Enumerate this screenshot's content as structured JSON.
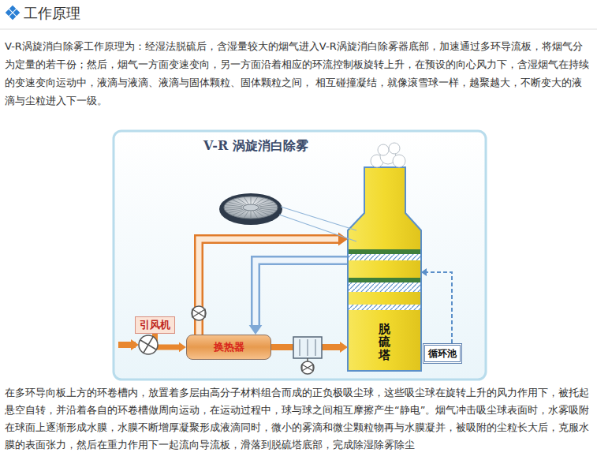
{
  "diagram": {
    "title": "工作原理",
    "nodes": [
      {
        "text": [
          "引风机"
        ]
      },
      {
        "text": [
          "换热器"
        ]
      },
      {
        "text": [
          "脱硫塔"
        ]
      },
      {
        "text": [
          "循环池"
        ]
      }
    ],
    "edges": [
      {
        "from": 0,
        "to": 1,
        "arrow": "to"
      },
      {
        "from": 1,
        "to": 2,
        "arrow": "to"
      },
      {
        "from": 1,
        "to": 2,
        "arrow": "to"
      },
      {
        "from": 2,
        "to": 1,
        "arrow": "to"
      },
      {
        "from": 3,
        "to": 2,
        "arrow": "to"
      }
    ],
    "labels": [
      "V-R涡旋消白除雾工作原理为：经湿法脱硫后，含湿量较大的烟气进入V-R涡旋消白除雾器底部，加速通过多环导流板，将烟气分为定量的若干份；然后，烟气一方面变速变向，另一方面沿着相应的环流控制板旋转上升，在预设的向心风力下，含湿烟气在持续的变速变向运动中，液滴与液滴、液滴与固体颗粒、固体颗粒之间， 相互碰撞凝结，就像滚雪球一样，越聚越大，不断变大的液滴与尘粒进入下一级。",
      "V-R 涡旋消白除雾",
      "在多环导向板上方的环卷槽内，放置着多层由高分子材料组合而成的正负极吸尘球，这些吸尘球在旋转上升的风力作用下，被托起悬空自转，并沿着各自的环卷槽做周向运动，在运动过程中，球与球之间相互摩擦产生“静电”。烟气冲击吸尘球表面时，水雾吸附在球面上逐渐形成水膜，水膜不断增厚凝聚形成液滴同时，微小的雾滴和微尘颗粒物再与水膜凝并，被吸附的尘粒长大后，克服水膜的表面张力，然后在重力作用下一起流向导流板，滑落到脱硫塔底部，完成除湿除雾除尘"
    ]
  }
}
